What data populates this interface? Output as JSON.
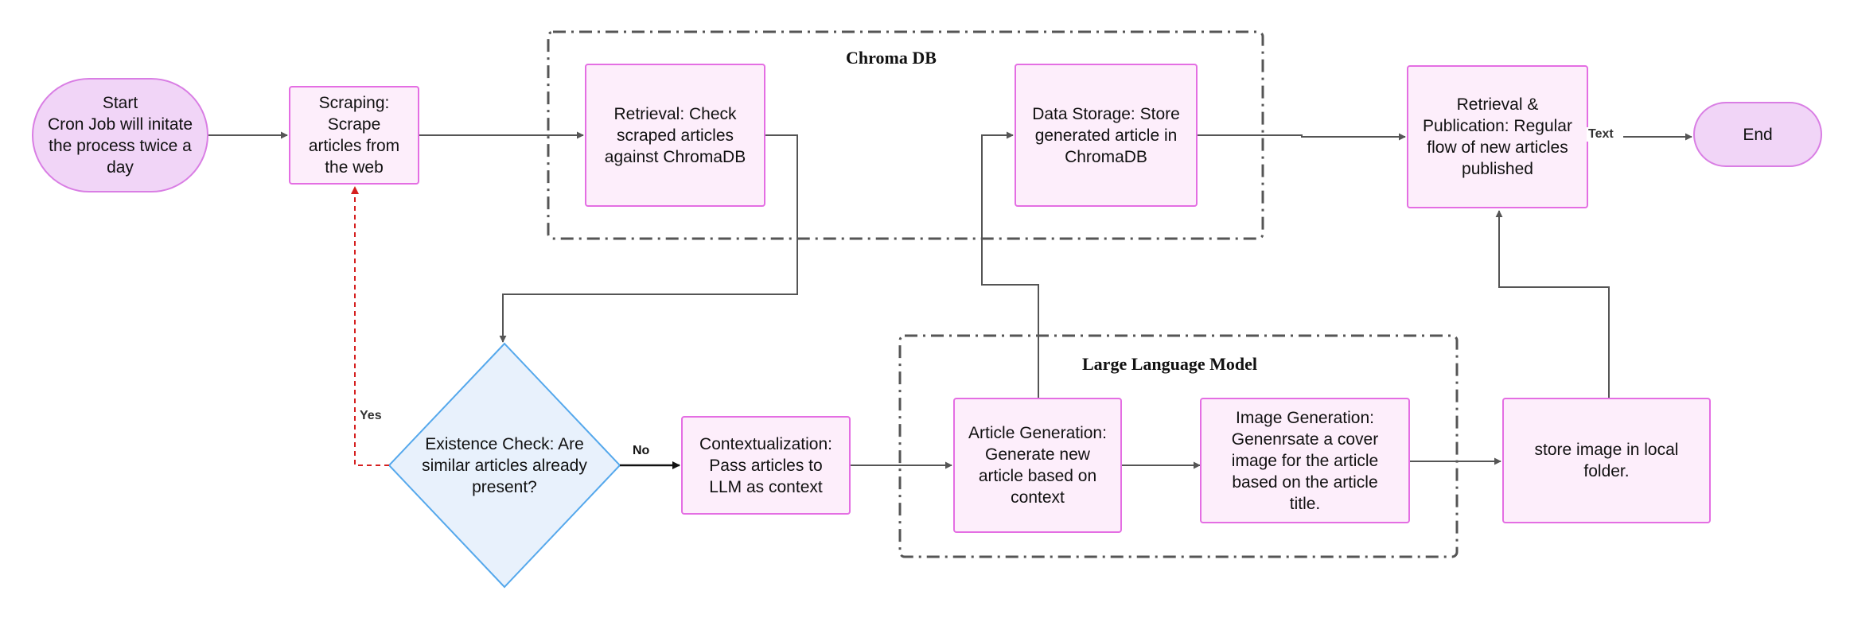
{
  "groups": {
    "chroma": "Chroma DB",
    "llm": "Large Language Model"
  },
  "nodes": {
    "start": "Start\nCron Job will initate the process twice a day",
    "scraping": "Scraping: Scrape articles from the web",
    "retrieval": "Retrieval: Check scraped articles against ChromaDB",
    "storage": "Data Storage: Store generated article in ChromaDB",
    "publication": "Retrieval & Publication: Regular flow of new articles published",
    "end": "End",
    "existence": "Existence Check: Are similar articles already present?",
    "context": "Contextualization: Pass articles to LLM as context",
    "article_gen": "Article Generation: Generate new article based on context",
    "image_gen": "Image Generation: Genenrsate a cover image for the article based on the article title.",
    "store_image": "store image in local folder."
  },
  "edge_labels": {
    "yes": "Yes",
    "no": "No",
    "text": "Text"
  },
  "colors": {
    "node_fill": "#fdeefb",
    "node_border": "#e46ee3",
    "terminal_fill": "#f1d5f7",
    "decision_fill": "#e8f1fc",
    "decision_border": "#55a8ec",
    "edge": "#555555",
    "yes_edge": "#d51f1f"
  }
}
